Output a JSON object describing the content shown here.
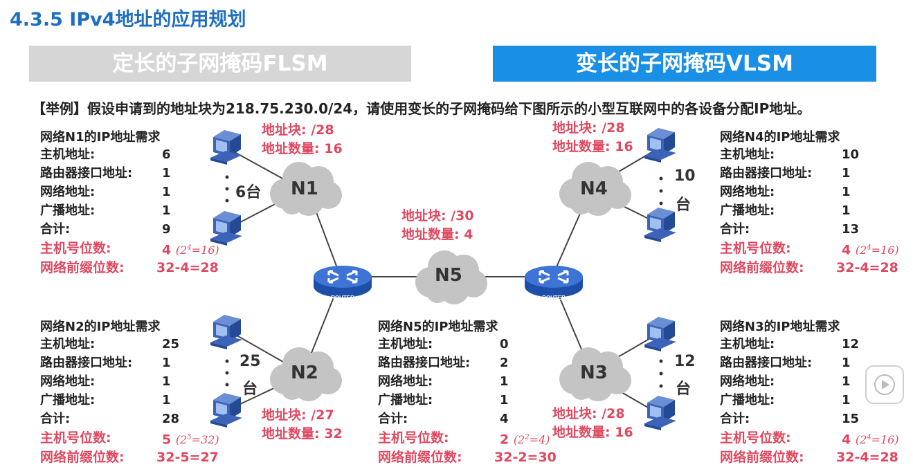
{
  "title": "4.3.5 IPv4地址的应用规划",
  "tabs": {
    "flsm": "定长的子网掩码FLSM",
    "vlsm": "变长的子网掩码VLSM"
  },
  "example": "【举例】假设申请到的地址块为218.75.230.0/24，请使用变长的子网掩码给下图所示的小型互联网中的各设备分配IP地址。",
  "labels": {
    "host": "主机地址:",
    "router": "路由器接口地址:",
    "network": "网络地址:",
    "broadcast": "广播地址:",
    "total": "合计:",
    "host_bits": "主机号位数:",
    "prefix_bits": "网络前缀位数:",
    "block": "地址块: /",
    "quantity": "地址数量:"
  },
  "panels": {
    "n1": {
      "title": "网络N1的IP地址需求",
      "host": "6",
      "router": "1",
      "network": "1",
      "broadcast": "1",
      "total": "9",
      "host_bits": "4",
      "pow_exp": "4",
      "pow_val": "16",
      "prefix": "32-4=28"
    },
    "n2": {
      "title": "网络N2的IP地址需求",
      "host": "25",
      "router": "1",
      "network": "1",
      "broadcast": "1",
      "total": "28",
      "host_bits": "5",
      "pow_exp": "5",
      "pow_val": "32",
      "prefix": "32-5=27"
    },
    "n5": {
      "title": "网络N5的IP地址需求",
      "host": "0",
      "router": "2",
      "network": "1",
      "broadcast": "1",
      "total": "4",
      "host_bits": "2",
      "pow_exp": "2",
      "pow_val": "4",
      "prefix": "32-2=30"
    },
    "n4": {
      "title": "网络N4的IP地址需求",
      "host": "10",
      "router": "1",
      "network": "1",
      "broadcast": "1",
      "total": "13",
      "host_bits": "4",
      "pow_exp": "4",
      "pow_val": "16",
      "prefix": "32-4=28"
    },
    "n3": {
      "title": "网络N3的IP地址需求",
      "host": "12",
      "router": "1",
      "network": "1",
      "broadcast": "1",
      "total": "15",
      "host_bits": "4",
      "pow_exp": "4",
      "pow_val": "16",
      "prefix": "32-4=28"
    }
  },
  "blocks": {
    "n1": {
      "prefix": "28",
      "quantity": "16"
    },
    "n4": {
      "prefix": "28",
      "quantity": "16"
    },
    "n5": {
      "prefix": "30",
      "quantity": "4"
    },
    "n2": {
      "prefix": "27",
      "quantity": "32"
    },
    "n3": {
      "prefix": "28",
      "quantity": "16"
    }
  },
  "networks": {
    "n1": "N1",
    "n2": "N2",
    "n3": "N3",
    "n4": "N4",
    "n5": "N5"
  },
  "host_counts": {
    "n1": "6台",
    "n2_num": "25",
    "n2_unit": "台",
    "n4_num": "10",
    "n4_unit": "台",
    "n3_num": "12",
    "n3_unit": "台"
  },
  "router_label": "ROUTER",
  "colors": {
    "title": "#1f6fc0",
    "vlsm_tab": "#1a8fe6",
    "flsm_tab": "#d6d6d6",
    "highlight": "#e04860",
    "cloud": "#c4c4c4",
    "router": "#2f66c4"
  }
}
